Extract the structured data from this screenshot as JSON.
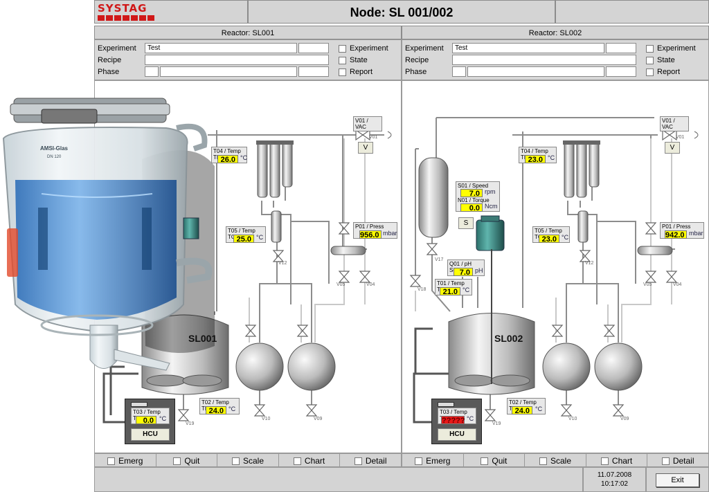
{
  "header": {
    "logo": "SYSTAG",
    "title": "Node: SL 001/002"
  },
  "reactors": [
    {
      "header": "Reactor: SL001",
      "labels": {
        "experiment": "Experiment",
        "recipe": "Recipe",
        "phase": "Phase"
      },
      "experiment_value": "Test",
      "checkboxes": [
        "Experiment",
        "State",
        "Report"
      ],
      "vessel": "SL001",
      "tags": {
        "v01": "V01 / VAC",
        "v01_btn": "V",
        "v01_sub": "V01",
        "t04": "T04 / Temp TH",
        "t04_val": "26.0",
        "t04_unit": "°C",
        "t05": "T05 / Temp TC",
        "t05_val": "25.0",
        "t05_unit": "°C",
        "p01": "P01 / Press",
        "p01_val": "956.0",
        "p01_unit": "mbar",
        "t03": "T03 / Temp TJ",
        "t03_val": "0.0",
        "t03_unit": "°C",
        "t02": "T02 / Temp TRb",
        "t02_val": "24.0",
        "t02_unit": "°C",
        "hcu": "HCU",
        "v12": "V12",
        "v05": "V05",
        "v04": "V04",
        "v10": "V10",
        "v09": "V09",
        "v19": "V19"
      }
    },
    {
      "header": "Reactor: SL002",
      "labels": {
        "experiment": "Experiment",
        "recipe": "Recipe",
        "phase": "Phase"
      },
      "experiment_value": "Test",
      "checkboxes": [
        "Experiment",
        "State",
        "Report"
      ],
      "vessel": "SL002",
      "tags": {
        "v01": "V01 / VAC",
        "v01_btn": "V",
        "v01_sub": "V01",
        "t04": "T04 / Temp TH",
        "t04_val": "23.0",
        "t04_unit": "°C",
        "t05": "T05 / Temp TC",
        "t05_val": "23.0",
        "t05_unit": "°C",
        "p01": "P01 / Press",
        "p01_val": "942.0",
        "p01_unit": "mbar",
        "s01": "S01 / Speed",
        "s01_val": "7.0",
        "s01_unit": "rpm",
        "n01": "N01 / Torque",
        "n01_val": "0.0",
        "n01_unit": "Ncm",
        "s_btn": "S",
        "q01": "Q01 / pH Sens",
        "q01_val": "7.0",
        "q01_unit": "pH",
        "t01": "T01 / Temp TR",
        "t01_val": "21.0",
        "t01_unit": "°C",
        "t03": "T03 / Temp TJ",
        "t03_val": "?????",
        "t03_unit": "°C",
        "t02": "T02 / Temp TRb",
        "t02_val": "24.0",
        "t02_unit": "°C",
        "hcu": "HCU",
        "v17": "V17",
        "v18": "V18",
        "v12": "V12",
        "v05": "V05",
        "v04": "V04",
        "v10": "V10",
        "v09": "V09",
        "v19": "V19"
      }
    }
  ],
  "bottom_left": [
    "Emerg",
    "Quit",
    "Scale",
    "Chart",
    "Detail"
  ],
  "bottom_right": [
    "Emerg",
    "Quit",
    "Scale",
    "Chart",
    "Detail"
  ],
  "status": {
    "date": "11.07.2008",
    "time": "10:17:02",
    "exit": "Exit"
  },
  "photo_label": "AMSI-Glas",
  "photo_sublabel": "DN 120"
}
